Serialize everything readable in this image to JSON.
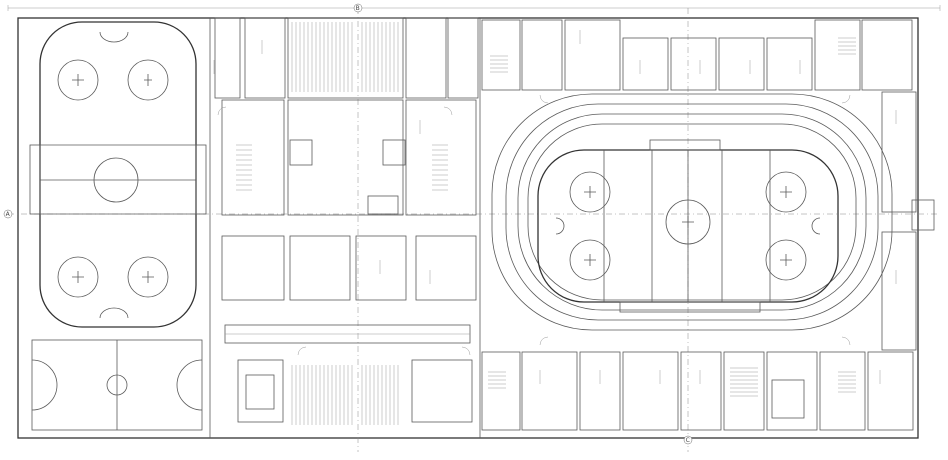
{
  "plan": {
    "axis_label_left": "A",
    "axis_label_top": "B",
    "gridline_label": "C",
    "rinks": [
      {
        "id": "practice-rink",
        "faceoff_circles": 5
      },
      {
        "id": "main-arena-rink",
        "faceoff_circles": 5
      }
    ],
    "line_color": "#5a5a5a",
    "background": "#ffffff"
  }
}
